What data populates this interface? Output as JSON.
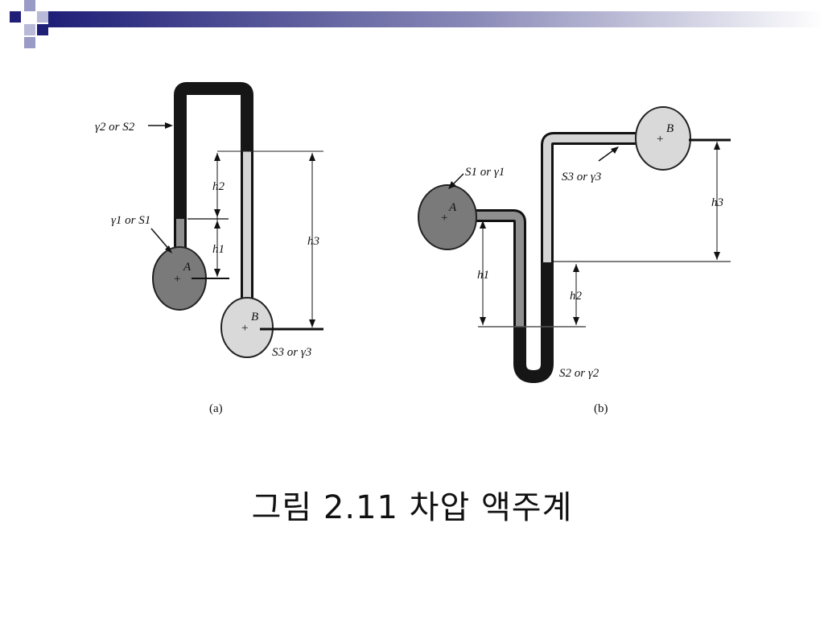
{
  "caption": "그림 2.11 차압 액주계",
  "colors": {
    "dark_fluid": "#161616",
    "mid_fluid": "#8f8f8f",
    "light_fluid": "#d4d4d4",
    "bulb_a": "#7a7a7a",
    "bulb_b": "#d9d9d9",
    "header_blue": "#1f1f78"
  },
  "diagram_a": {
    "sublabel": "(a)",
    "gamma2_label": "γ2 or S2",
    "gamma1_label": "γ1 or S1",
    "s3_label": "S3 or γ3",
    "point_a": "A",
    "point_b": "B",
    "h1": "h1",
    "h2": "h2",
    "h3": "h3"
  },
  "diagram_b": {
    "sublabel": "(b)",
    "s1_label": "S1 or γ1",
    "s3_label": "S3 or γ3",
    "s2_label": "S2 or γ2",
    "point_a": "A",
    "point_b": "B",
    "h1": "h1",
    "h2": "h2",
    "h3": "h3"
  }
}
